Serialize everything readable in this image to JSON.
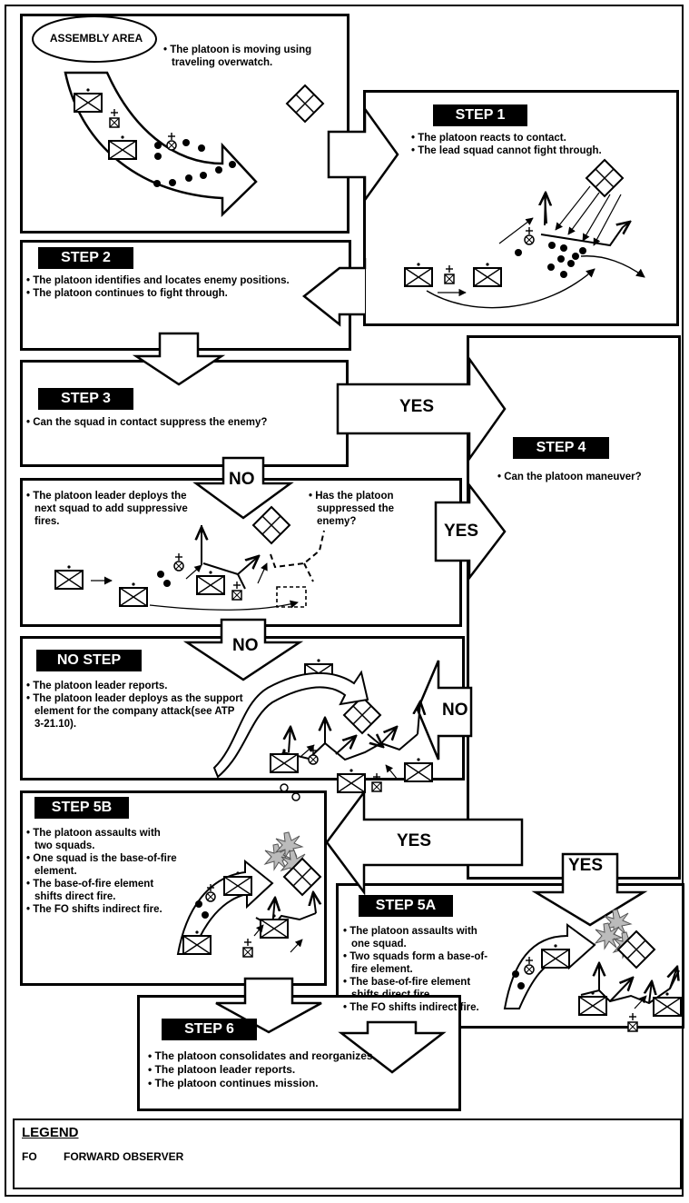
{
  "assembly_area": {
    "label": "ASSEMBLY AREA",
    "notes": [
      "The platoon is moving using traveling overwatch."
    ]
  },
  "step1": {
    "title": "STEP 1",
    "notes": [
      "The platoon reacts to contact.",
      "The lead squad cannot fight through."
    ]
  },
  "step2": {
    "title": "STEP 2",
    "notes": [
      "The platoon identifies and locates enemy positions.",
      "The platoon continues to fight through."
    ]
  },
  "step3": {
    "title": "STEP 3",
    "notes": [
      "Can the squad in contact suppress the enemy?"
    ]
  },
  "step4": {
    "title": "STEP 4",
    "notes": [
      "Can the platoon maneuver?"
    ]
  },
  "suppress": {
    "left_notes": [
      "The platoon leader deploys the next squad to add suppressive fires."
    ],
    "right_notes": [
      "Has the platoon suppressed the enemy?"
    ]
  },
  "nostep": {
    "title": "NO STEP",
    "notes": [
      "The platoon leader reports.",
      "The platoon leader deploys as the support element for the company attack(see ATP 3-21.10)."
    ]
  },
  "step5b": {
    "title": "STEP 5B",
    "notes": [
      "The platoon assaults with two squads.",
      "One squad is the base-of-fire element.",
      "The base-of-fire element shifts direct fire.",
      "The FO shifts indirect fire."
    ]
  },
  "step5a": {
    "title": "STEP 5A",
    "notes": [
      "The platoon assaults with one squad.",
      "Two squads form a base-of-fire element.",
      "The base-of-fire element shifts direct fire.",
      "The FO shifts indirect fire."
    ]
  },
  "step6": {
    "title": "STEP 6",
    "notes": [
      "The platoon consolidates and reorganizes.",
      "The platoon leader reports.",
      "The platoon continues mission."
    ]
  },
  "decisions": {
    "yes": "YES",
    "no": "NO"
  },
  "legend": {
    "title": "LEGEND",
    "abbr": "FO",
    "meaning": "FORWARD OBSERVER"
  }
}
